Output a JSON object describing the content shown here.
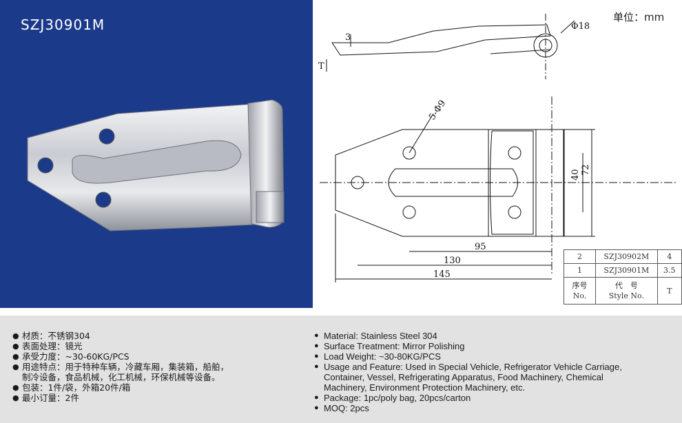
{
  "product": {
    "model": "SZJ30901M"
  },
  "drawing": {
    "unit_label": "单位：mm",
    "dims": {
      "thickness_3": "3",
      "thickness_t": "T",
      "pin_dia": "Φ18",
      "holes": "5-Φ9",
      "height_40": "40",
      "height_72": "72",
      "len_95": "95",
      "len_130": "130",
      "len_145": "145"
    }
  },
  "spec_table": {
    "rows": [
      {
        "no": "2",
        "style": "SZJ30902M",
        "t": "4"
      },
      {
        "no": "1",
        "style": "SZJ30901M",
        "t": "3.5"
      }
    ],
    "header": {
      "no": "序号\nNo.",
      "style": "代　号\nStyle No.",
      "t": "T"
    }
  },
  "specs_cn": [
    "材质：不锈钢304",
    "表面处理：镜光",
    "承受力度：~30-60KG/PCS",
    "用途特点：用于特种车辆，冷藏车厢，集装箱，船舶，",
    "制冷设备，食品机械，化工机械，环保机械等设备。",
    "包装：1件/袋，外箱20件/箱",
    "最小订量：2件"
  ],
  "specs_en": [
    "Material: Stainless Steel 304",
    "Surface Treatment: Mirror Polishing",
    "Load Weight: ~30-80KG/PCS",
    "Usage and Feature: Used in Special Vehicle, Refrigerator Vehicle Carriage,",
    "Container, Vessel, Refrigerating Apparatus, Food Machinery, Chemical",
    "Machinery, Environment Protection Machinery, etc.",
    "Package: 1pc/poly bag, 20pcs/carton",
    "MOQ: 2pcs"
  ]
}
